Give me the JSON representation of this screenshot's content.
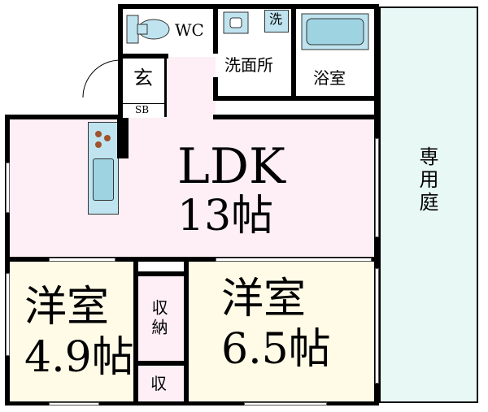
{
  "colors": {
    "ldk": "#fdeff5",
    "western": "#fffbe7",
    "storage": "#fdeff5",
    "balcony": "#e7f8f5",
    "fixture": "#bfe4ef",
    "wall": "#000000"
  },
  "rooms": {
    "wc": "WC",
    "laundry": "洗",
    "washroom": "洗面所",
    "bath": "浴室",
    "entrance": "玄",
    "shoebox": "SB",
    "ldk_name": "LDK",
    "ldk_size": "13帖",
    "private_garden": "専用庭",
    "storage1": "収納",
    "storage2": "収",
    "western1_name": "洋室",
    "western1_size": "4.9帖",
    "western2_name": "洋室",
    "western2_size": "6.5帖"
  }
}
